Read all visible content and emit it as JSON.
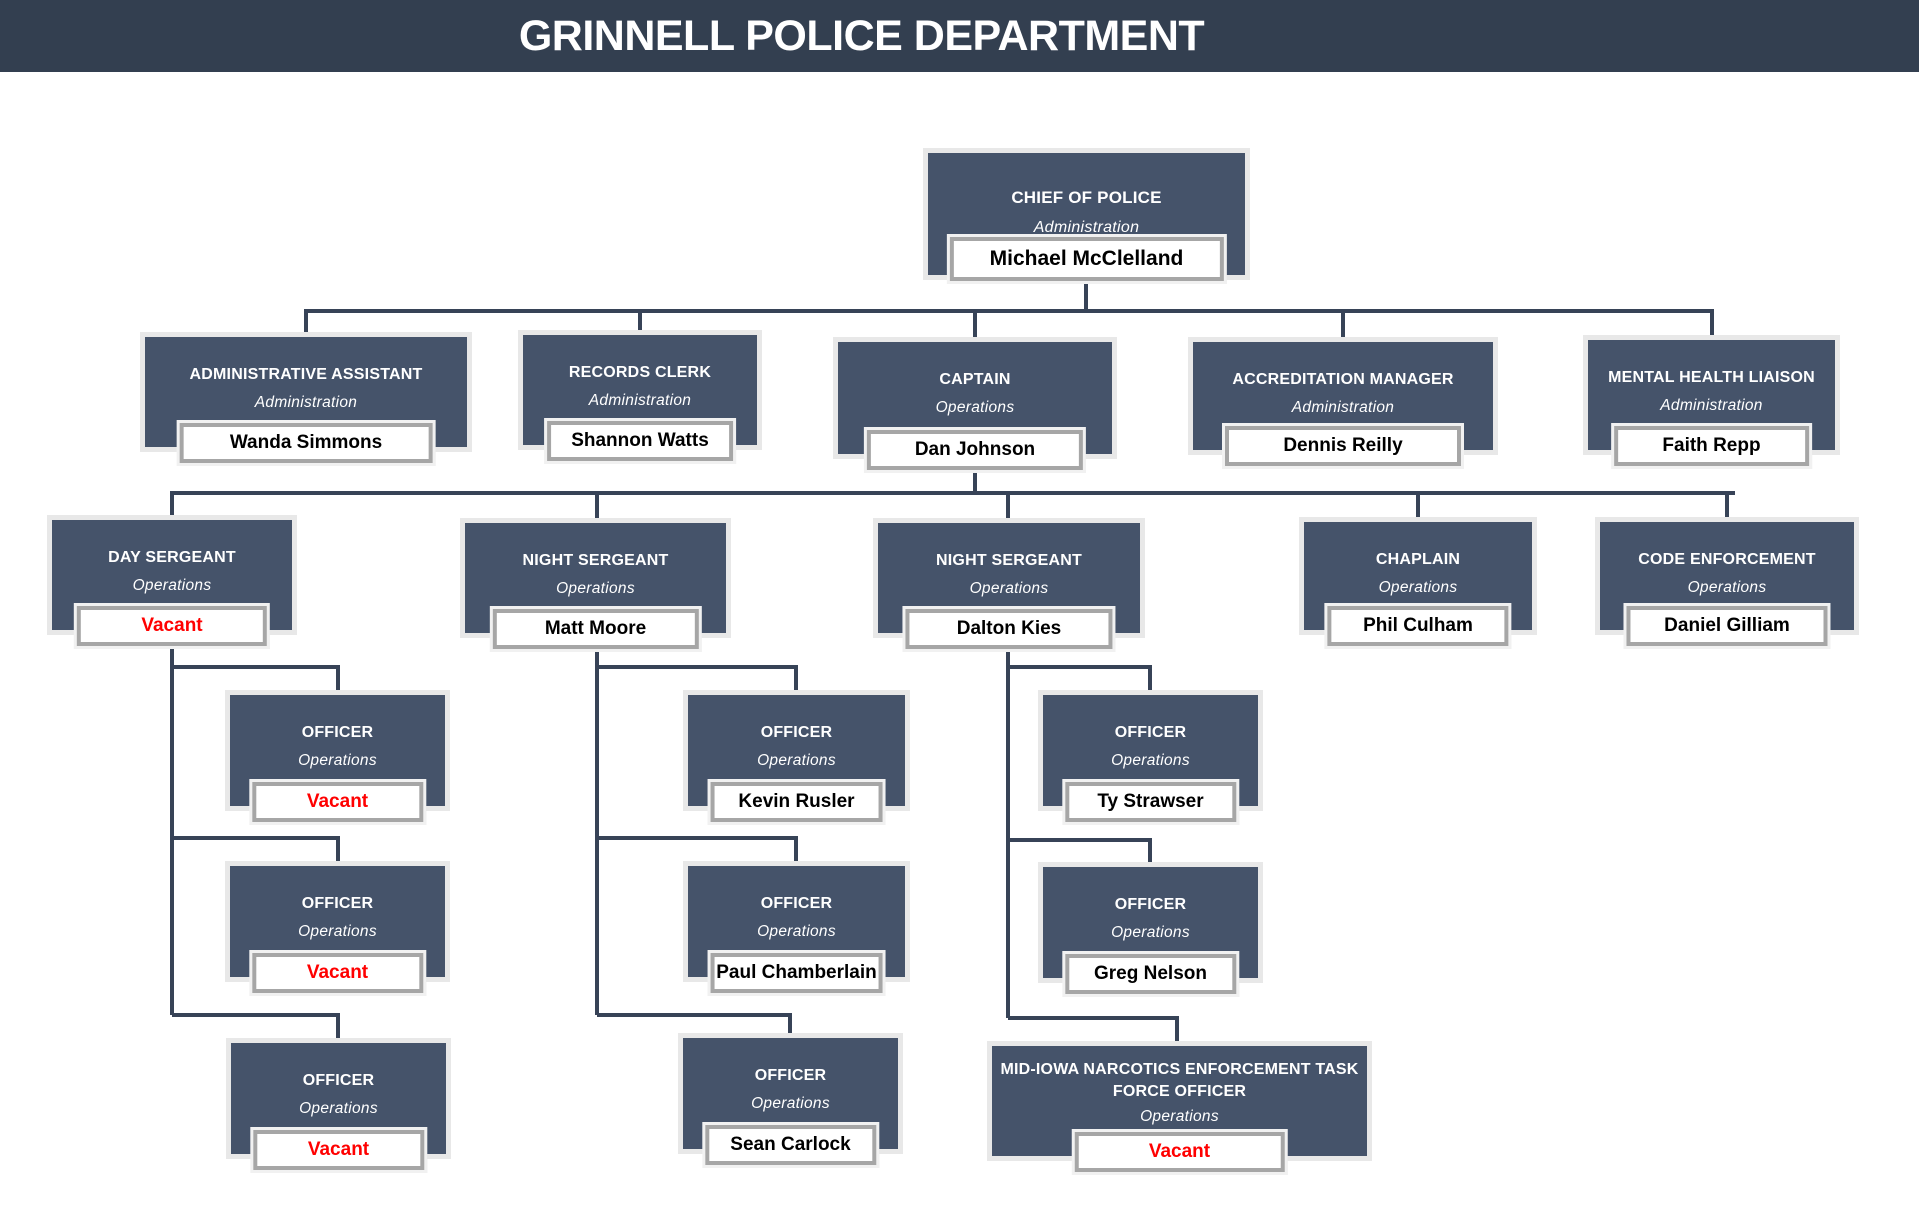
{
  "header": {
    "title": "GRINNELL POLICE DEPARTMENT"
  },
  "colors": {
    "header_bg": "#333F50",
    "box_fill": "#45536A",
    "connector": "#374357",
    "name_border": "#A6A6A6",
    "name_text": "#000000",
    "vacant_text": "#FF0000"
  },
  "nodes": [
    {
      "id": "chief",
      "title": "CHIEF OF POLICE",
      "dept": "Administration",
      "person": "Michael McClelland",
      "vacant": false,
      "reports_to": null
    },
    {
      "id": "admin-assistant",
      "title": "ADMINISTRATIVE ASSISTANT",
      "dept": "Administration",
      "person": "Wanda Simmons",
      "vacant": false,
      "reports_to": "chief"
    },
    {
      "id": "records-clerk",
      "title": "RECORDS CLERK",
      "dept": "Administration",
      "person": "Shannon Watts",
      "vacant": false,
      "reports_to": "chief"
    },
    {
      "id": "captain",
      "title": "CAPTAIN",
      "dept": "Operations",
      "person": "Dan Johnson",
      "vacant": false,
      "reports_to": "chief"
    },
    {
      "id": "accreditation-manager",
      "title": "ACCREDITATION MANAGER",
      "dept": "Administration",
      "person": "Dennis Reilly",
      "vacant": false,
      "reports_to": "chief"
    },
    {
      "id": "mental-health-liaison",
      "title": "MENTAL HEALTH LIAISON",
      "dept": "Administration",
      "person": "Faith Repp",
      "vacant": false,
      "reports_to": "chief"
    },
    {
      "id": "day-sergeant",
      "title": "DAY SERGEANT",
      "dept": "Operations",
      "person": "Vacant",
      "vacant": true,
      "reports_to": "captain"
    },
    {
      "id": "night-sergeant-1",
      "title": "NIGHT SERGEANT",
      "dept": "Operations",
      "person": "Matt Moore",
      "vacant": false,
      "reports_to": "captain"
    },
    {
      "id": "night-sergeant-2",
      "title": "NIGHT SERGEANT",
      "dept": "Operations",
      "person": "Dalton Kies",
      "vacant": false,
      "reports_to": "captain"
    },
    {
      "id": "chaplain",
      "title": "CHAPLAIN",
      "dept": "Operations",
      "person": "Phil Culham",
      "vacant": false,
      "reports_to": "captain"
    },
    {
      "id": "code-enforcement",
      "title": "CODE ENFORCEMENT",
      "dept": "Operations",
      "person": "Daniel Gilliam",
      "vacant": false,
      "reports_to": "captain"
    },
    {
      "id": "officer-day-1",
      "title": "OFFICER",
      "dept": "Operations",
      "person": "Vacant",
      "vacant": true,
      "reports_to": "day-sergeant"
    },
    {
      "id": "officer-day-2",
      "title": "OFFICER",
      "dept": "Operations",
      "person": "Vacant",
      "vacant": true,
      "reports_to": "day-sergeant"
    },
    {
      "id": "officer-day-3",
      "title": "OFFICER",
      "dept": "Operations",
      "person": "Vacant",
      "vacant": true,
      "reports_to": "day-sergeant"
    },
    {
      "id": "officer-night1-1",
      "title": "OFFICER",
      "dept": "Operations",
      "person": "Kevin Rusler",
      "vacant": false,
      "reports_to": "night-sergeant-1"
    },
    {
      "id": "officer-night1-2",
      "title": "OFFICER",
      "dept": "Operations",
      "person": "Paul Chamberlain",
      "vacant": false,
      "reports_to": "night-sergeant-1"
    },
    {
      "id": "officer-night1-3",
      "title": "OFFICER",
      "dept": "Operations",
      "person": "Sean Carlock",
      "vacant": false,
      "reports_to": "night-sergeant-1"
    },
    {
      "id": "officer-night2-1",
      "title": "OFFICER",
      "dept": "Operations",
      "person": "Ty Strawser",
      "vacant": false,
      "reports_to": "night-sergeant-2"
    },
    {
      "id": "officer-night2-2",
      "title": "OFFICER",
      "dept": "Operations",
      "person": "Greg Nelson",
      "vacant": false,
      "reports_to": "night-sergeant-2"
    },
    {
      "id": "midiowa-task-force",
      "title": "MID-IOWA NARCOTICS ENFORCEMENT TASK FORCE OFFICER",
      "dept": "Operations",
      "person": "Vacant",
      "vacant": true,
      "reports_to": "night-sergeant-2"
    }
  ]
}
